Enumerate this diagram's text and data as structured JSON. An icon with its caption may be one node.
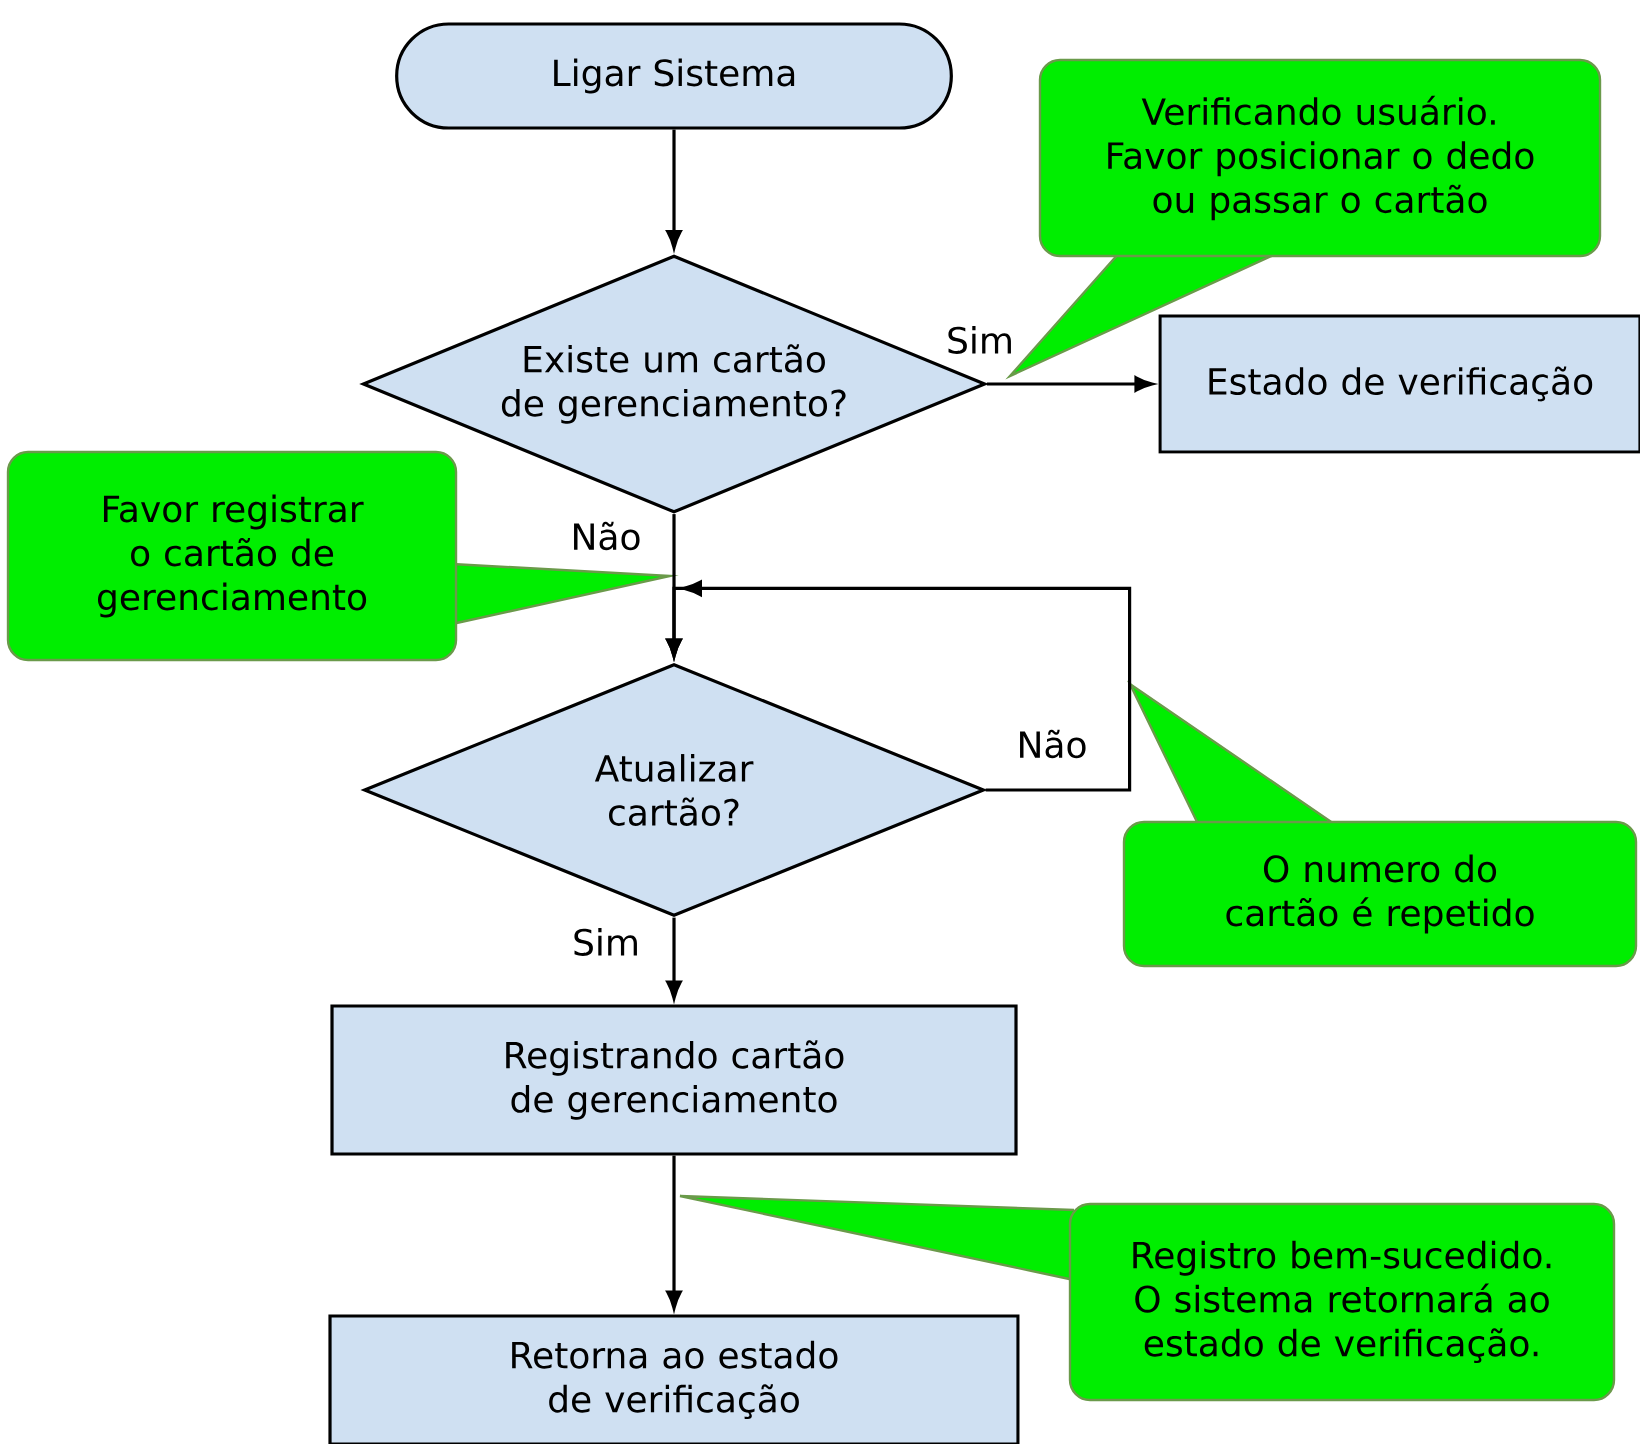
{
  "diagram": {
    "nodes": [
      {
        "text": [
          "Ligar Sistema"
        ]
      },
      {
        "text": [
          "Verificando usuário. Favor posicionar o dedo ou passar o cartão"
        ]
      },
      {
        "text": [
          "Existe um cartão de gerenciamento?"
        ]
      },
      {
        "text": [
          "Estado de verificação"
        ]
      },
      {
        "text": [
          "Favor registrar o cartão de gerenciamento"
        ]
      },
      {
        "text": [
          "Atualizar cartão?"
        ]
      },
      {
        "text": [
          "O numero do cartão é repetido"
        ]
      },
      {
        "text": [
          "Registrando cartão de gerenciamento"
        ]
      },
      {
        "text": [
          "Registro bem-sucedido. O sistema retornará ao estado de verificação."
        ]
      },
      {
        "text": [
          "Retorna ao estado de verificação"
        ]
      }
    ],
    "edges": [
      {
        "from": 0,
        "to": 2,
        "arrow": "to"
      },
      {
        "from": 2,
        "to": 3,
        "arrow": "to",
        "label": "Sim"
      },
      {
        "from": 2,
        "to": 5,
        "arrow": "to",
        "label": "Não"
      },
      {
        "from": 5,
        "to": 5,
        "arrow": "to",
        "label": "Não"
      },
      {
        "from": 5,
        "to": 7,
        "arrow": "to",
        "label": "Sim"
      },
      {
        "from": 7,
        "to": 9,
        "arrow": "to"
      }
    ]
  }
}
